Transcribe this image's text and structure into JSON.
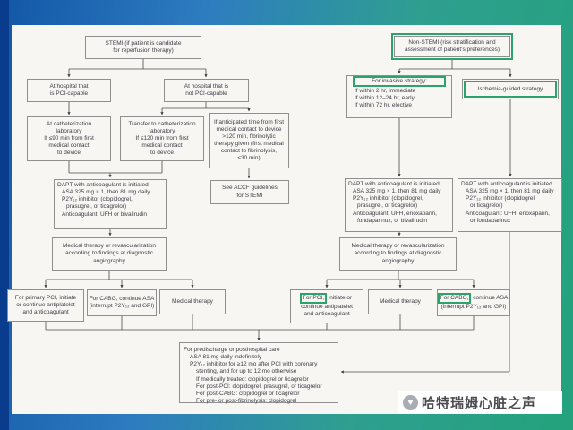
{
  "colors": {
    "accent_green": "#2ba36a",
    "background_blue": "#1257a7",
    "background_teal": "#23a27c",
    "box_border": "#8f8f8f"
  },
  "boxes": {
    "stemi": {
      "lines": [
        "STEMI (if patient is candidate",
        "for reperfusion therapy)"
      ]
    },
    "non_stemi": {
      "lines": [
        "Non-STEMI (risk stratification and",
        "assessment of patient's preferences)"
      ]
    },
    "hospital_pci": {
      "lines": [
        "At hospital that",
        "is PCI-capable"
      ]
    },
    "hospital_not_pci": {
      "lines": [
        "At hospital that is",
        "not PCI-capable"
      ]
    },
    "invasive": {
      "highlight": "For invasive strategy:",
      "lines": [
        "If within 2 hr, immediate",
        "If within 12–24 hr, early",
        "If within 72 hr, elective"
      ]
    },
    "ischemia": {
      "label": "Ischemia-guided strategy"
    },
    "cath_lab": {
      "lines": [
        "At catheterization",
        "laboratory",
        "If ≤90 min from first",
        "medical contact",
        "to device"
      ]
    },
    "transfer": {
      "lines": [
        "Transfer to catheterization",
        "laboratory",
        "If ≤120 min from first",
        "medical contact",
        "to device"
      ]
    },
    "fibrinolytic": {
      "lines": [
        "If anticipated time from first",
        "medical contact to device",
        ">120 min, fibrinolytic",
        "therapy given (first medical",
        "contact to fibrinolysis,",
        "≤30 min)"
      ]
    },
    "dapt_stemi": {
      "lines": [
        "DAPT with anticoagulant is initiated",
        "ASA 325 mg × 1, then 81 mg daily",
        "P2Y₁₂ inhibitor (clopidogrel,",
        "prasugrel, or ticagrelor)",
        "Anticoagulant: UFH or bivalirudin"
      ]
    },
    "accf": {
      "lines": [
        "See ACCF guidelines",
        "for STEMI"
      ]
    },
    "dapt_invasive": {
      "lines": [
        "DAPT with anticoagulant is initiated",
        "ASA 325 mg × 1, then 81 mg daily",
        "P2Y₁₂ inhibitor (clopidogrel,",
        "prasugrel, or ticagrelor)",
        "Anticoagulant: UFH, enoxaparin,",
        "fondaparinux, or bivalirudin"
      ]
    },
    "dapt_ischemia": {
      "lines": [
        "DAPT with anticoagulant is initiated",
        "ASA 325 mg × 1, then 81 mg daily",
        "P2Y₁₂ inhibitor (clopidogrel",
        "or ticagrelor)",
        "Anticoagulant: UFH, enoxaparin,",
        "or fondaparinux"
      ]
    },
    "medrev_left": {
      "lines": [
        "Medical therapy or revascularization",
        "according to findings at diagnostic",
        "angiography"
      ]
    },
    "medrev_right": {
      "lines": [
        "Medical therapy or revascularization",
        "according to findings at diagnostic",
        "angiography"
      ]
    },
    "primary_pci": {
      "lines": [
        "For primary PCI, initiate",
        "or continue antiplatelet",
        "and anticoagulant"
      ]
    },
    "cabg_left": {
      "lines": [
        "For CABG, continue ASA",
        "(interrupt P2Y₁₂ and GPI)"
      ]
    },
    "medical_left": {
      "label": "Medical therapy"
    },
    "pci_right": {
      "highlight": "For PCI,",
      "line0_rest": " initiate or",
      "lines": [
        "continue antiplatelet",
        "and anticoagulant"
      ]
    },
    "medical_right": {
      "label": "Medical therapy"
    },
    "cabg_right": {
      "highlight": "For CABG,",
      "line0_rest": " continue ASA",
      "line1": "(interrupt P2Y₁₂ and GPI)"
    },
    "predischarge": {
      "lines": [
        "For predischarge or posthospital care",
        "ASA 81 mg daily indefinitely",
        "P2Y₁₂ inhibitor for ≥12 mo after PCI with coronary",
        "stenting, and for up to 12 mo otherwise",
        "If medically treated: clopidogrel or ticagrelor",
        "For post-PCI: clopidogrel, prasugrel, or ticagrelor",
        "For post-CABG: clopidogrel or ticagrelor",
        "For pre- or post-fibrinolysis: clopidogrel"
      ]
    }
  },
  "watermark": {
    "text": "哈特瑞姆心脏之声",
    "heart_icon": "♥"
  }
}
